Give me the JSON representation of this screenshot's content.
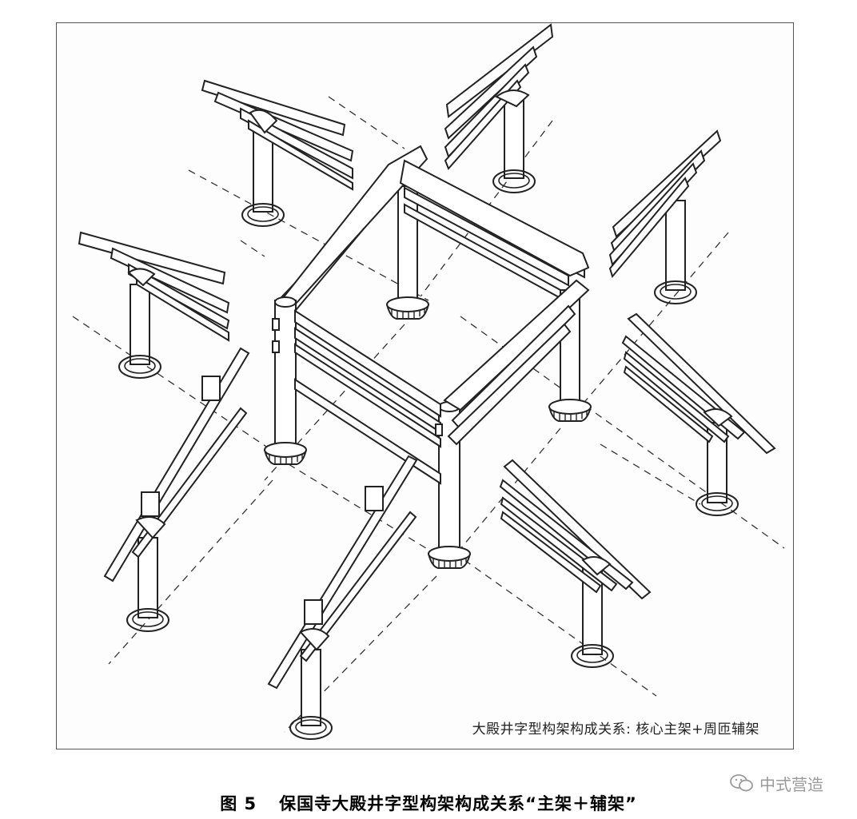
{
  "figure": {
    "inner_caption": "大殿井字型构架构成关系: 核心主架+周匝辅架",
    "caption_label": "图 5",
    "caption_text": "保国寺大殿井字型构架构成关系“主架＋辅架”"
  },
  "watermark": {
    "icon": "wechat-icon",
    "text": "中式营造"
  }
}
